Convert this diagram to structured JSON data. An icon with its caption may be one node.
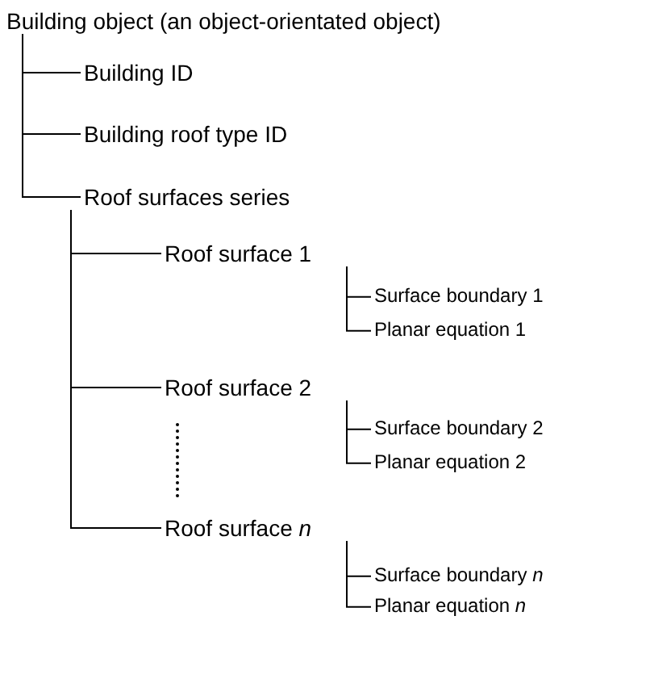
{
  "diagram": {
    "nodes": [
      {
        "text": [
          "Building object (an object-orientated object)"
        ]
      },
      {
        "text": [
          "Building ID"
        ]
      },
      {
        "text": [
          "Building roof type ID"
        ]
      },
      {
        "text": [
          "Roof surfaces series"
        ]
      },
      {
        "text": [
          "Roof surface 1"
        ]
      },
      {
        "text": [
          "Surface boundary 1"
        ]
      },
      {
        "text": [
          "Planar equation 1"
        ]
      },
      {
        "text": [
          "Roof surface 2"
        ]
      },
      {
        "text": [
          "Surface boundary 2"
        ]
      },
      {
        "text": [
          "Planar equation 2"
        ]
      },
      {
        "text": [
          "Roof surface *n*"
        ]
      },
      {
        "text": [
          "Surface boundary *n*"
        ]
      },
      {
        "text": [
          "Planar equation *n*"
        ]
      }
    ],
    "edges": [
      {
        "from": 0,
        "to": 1,
        "arrow": "none"
      },
      {
        "from": 0,
        "to": 2,
        "arrow": "none"
      },
      {
        "from": 0,
        "to": 3,
        "arrow": "none"
      },
      {
        "from": 3,
        "to": 4,
        "arrow": "none"
      },
      {
        "from": 3,
        "to": 7,
        "arrow": "none"
      },
      {
        "from": 3,
        "to": 10,
        "arrow": "none"
      },
      {
        "from": 4,
        "to": 5,
        "arrow": "none"
      },
      {
        "from": 4,
        "to": 6,
        "arrow": "none"
      },
      {
        "from": 7,
        "to": 8,
        "arrow": "none"
      },
      {
        "from": 7,
        "to": 9,
        "arrow": "none"
      },
      {
        "from": 10,
        "to": 11,
        "arrow": "none"
      },
      {
        "from": 10,
        "to": 12,
        "arrow": "none"
      }
    ]
  }
}
